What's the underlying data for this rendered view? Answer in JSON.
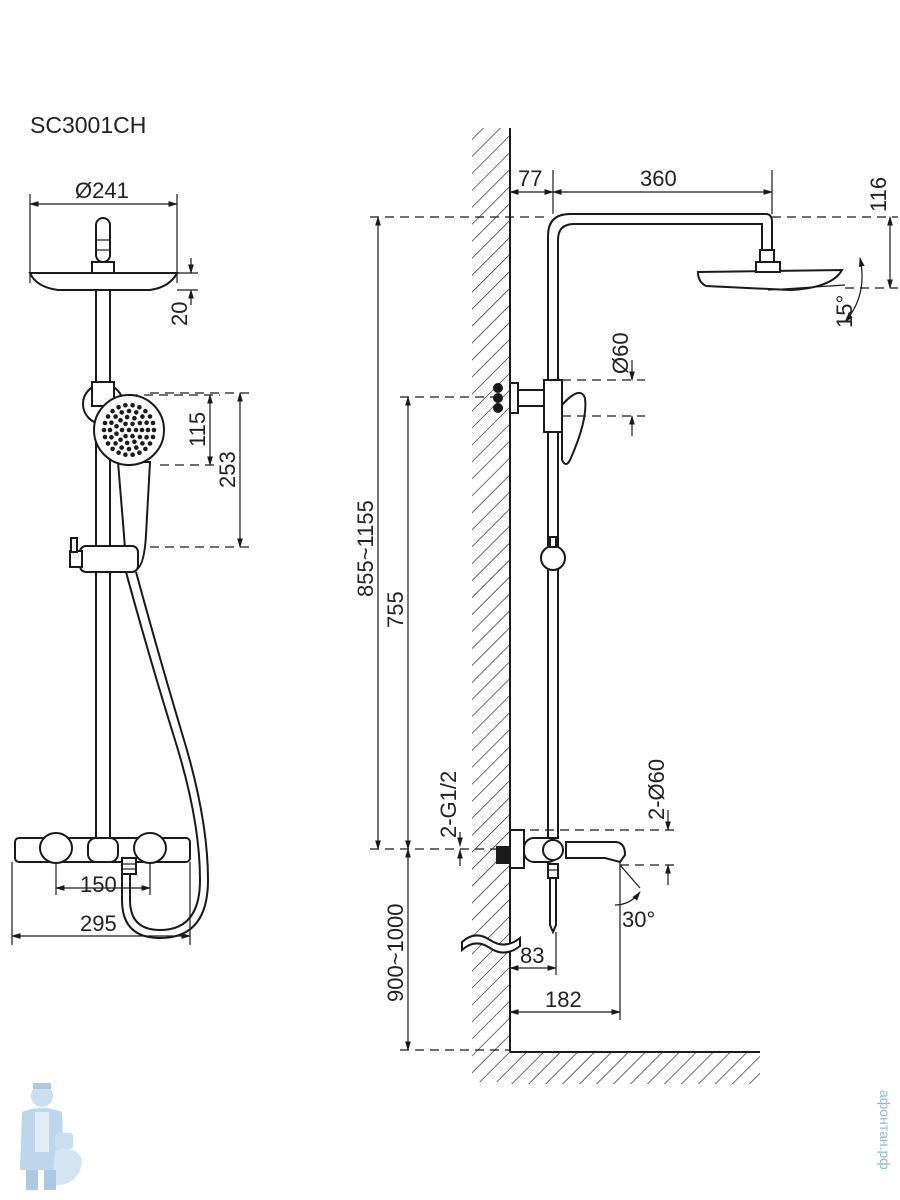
{
  "model": "SC3001CH",
  "front_view": {
    "dims": {
      "head_diameter": "Ø241",
      "head_thickness": "20",
      "hand_spacing": "115",
      "hand_height": "253",
      "inlet_spacing": "150",
      "width": "295"
    }
  },
  "side_view": {
    "dims": {
      "offset": "77",
      "arm_length": "360",
      "top_drop": "116",
      "head_tilt": "15°",
      "bracket_diameter": "Ø60",
      "total_height": "855~1155",
      "rail_height": "755",
      "inlet_thread": "2-G1/2",
      "inlet_diameter": "2-Ø60",
      "spout_angle": "30°",
      "spout_offset": "83",
      "spout_length": "182",
      "mount_height": "900~1000"
    }
  },
  "watermark": {
    "text": "афонтан.рф",
    "color": "#8fb8dc"
  }
}
